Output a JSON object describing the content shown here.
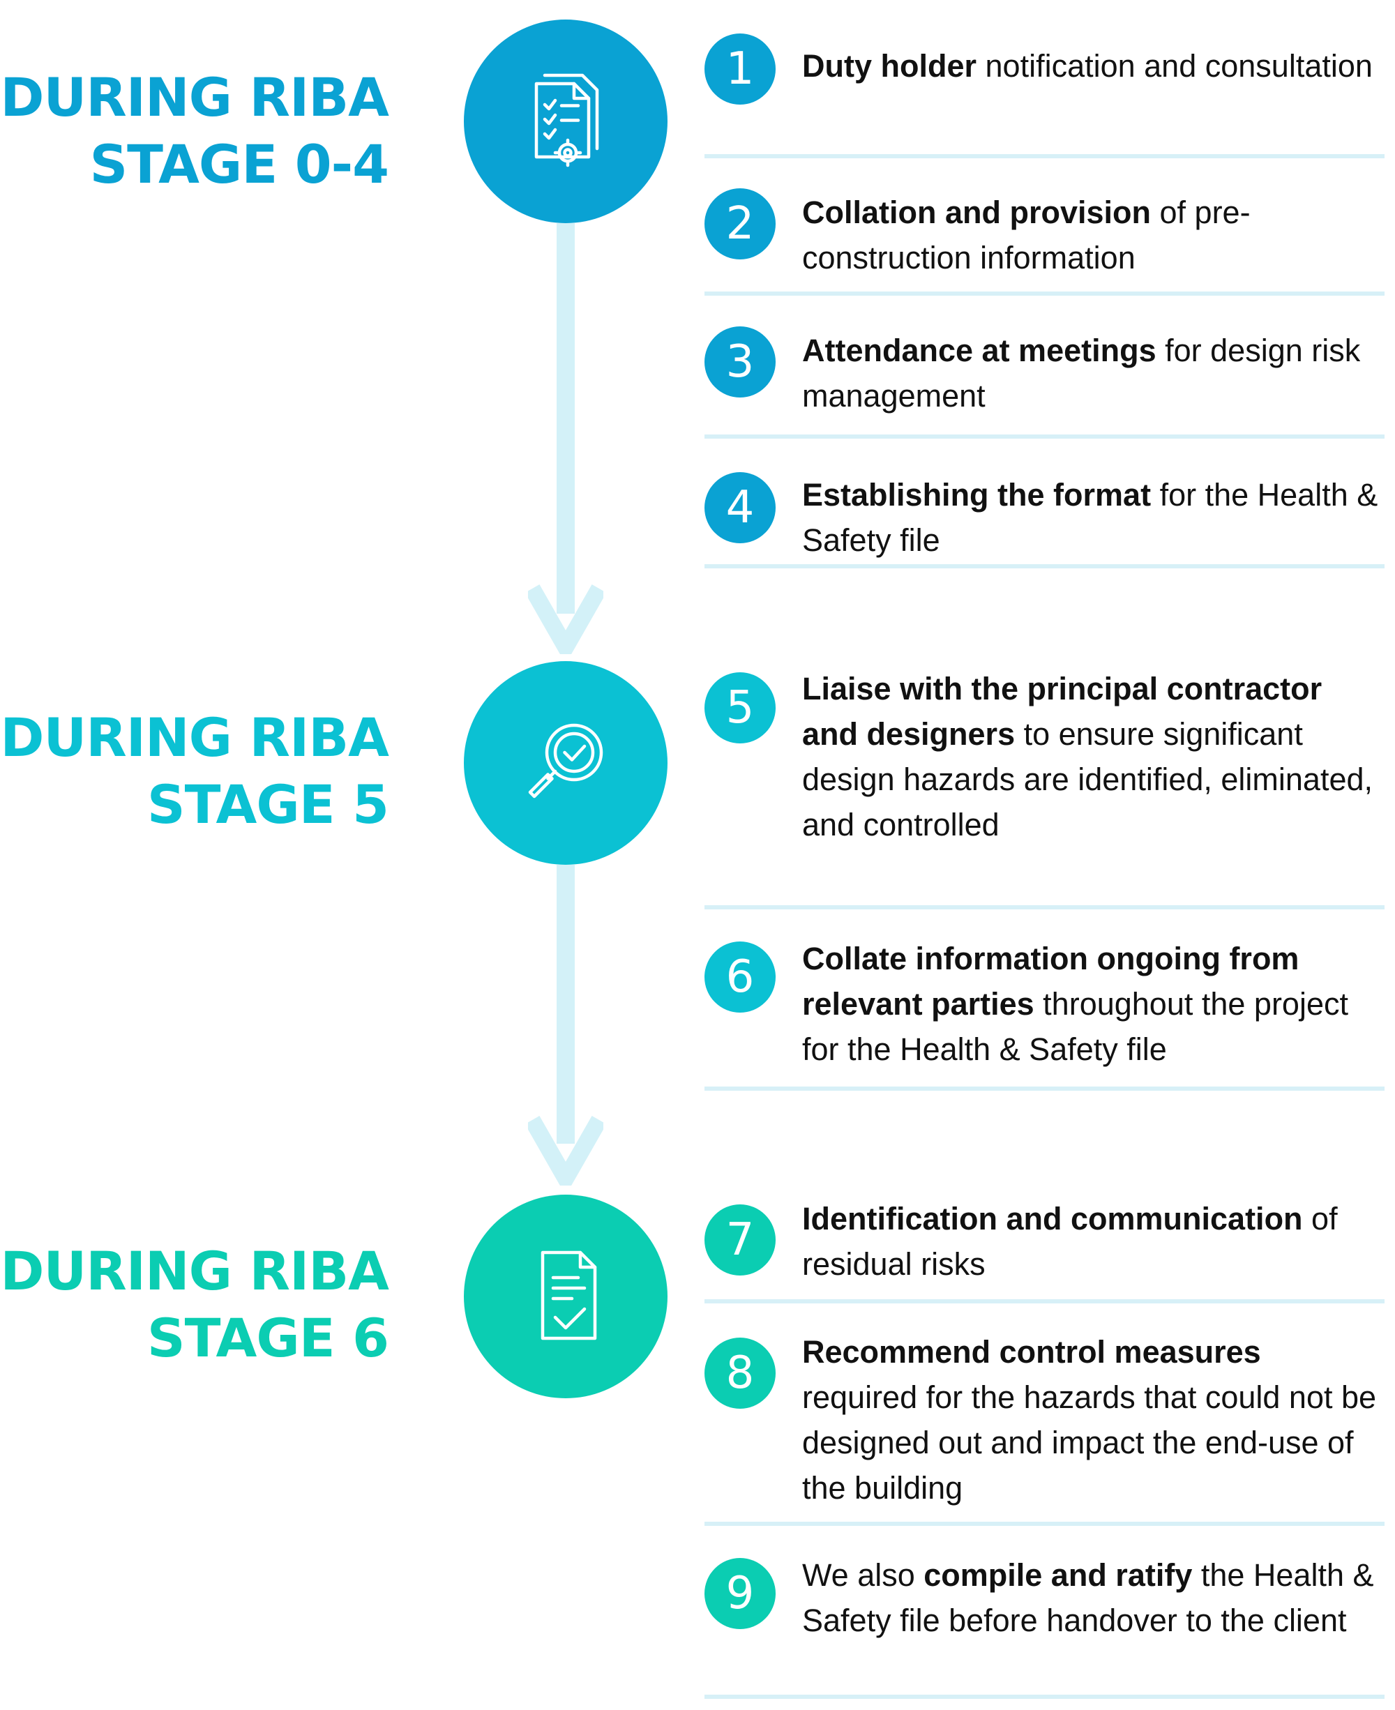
{
  "colors": {
    "stage1": "#0aa2d3",
    "stage2": "#0bc1d3",
    "stage3": "#0bcdb2",
    "connector": "#d3f1f8",
    "divider": "#d7f0f7"
  },
  "stages": [
    {
      "title_line1": "DURING RIBA",
      "title_line2": "STAGE 0-4",
      "icon": "checklist-gear-icon",
      "items": [
        {
          "number": "1",
          "bold": "Duty holder",
          "rest": " notification and consultation",
          "prefix": ""
        },
        {
          "number": "2",
          "bold": "Collation and provision",
          "rest": " of pre-construction information",
          "prefix": ""
        },
        {
          "number": "3",
          "bold": "Attendance at meetings",
          "rest": " for design risk management",
          "prefix": ""
        },
        {
          "number": "4",
          "bold": "Establishing the format",
          "rest": " for the Health & Safety file",
          "prefix": ""
        }
      ]
    },
    {
      "title_line1": "DURING RIBA",
      "title_line2": "STAGE 5",
      "icon": "magnifier-check-icon",
      "items": [
        {
          "number": "5",
          "bold": "Liaise with the principal contractor and designers",
          "rest": " to ensure significant design hazards are identified, eliminated, and controlled",
          "prefix": ""
        },
        {
          "number": "6",
          "bold": "Collate information ongoing from relevant parties",
          "rest": " throughout the project for the Health & Safety file",
          "prefix": ""
        }
      ]
    },
    {
      "title_line1": "DURING RIBA",
      "title_line2": "STAGE 6",
      "icon": "document-check-icon",
      "items": [
        {
          "number": "7",
          "bold": "Identification and communication",
          "rest": " of residual risks",
          "prefix": ""
        },
        {
          "number": "8",
          "bold": "Recommend control measures",
          "rest": " required for the hazards that could not be designed out and impact the end-use of the building",
          "prefix": ""
        },
        {
          "number": "9",
          "prefix": "We also ",
          "bold": "compile and ratify",
          "rest": " the Health & Safety file before handover to the client"
        }
      ]
    }
  ]
}
